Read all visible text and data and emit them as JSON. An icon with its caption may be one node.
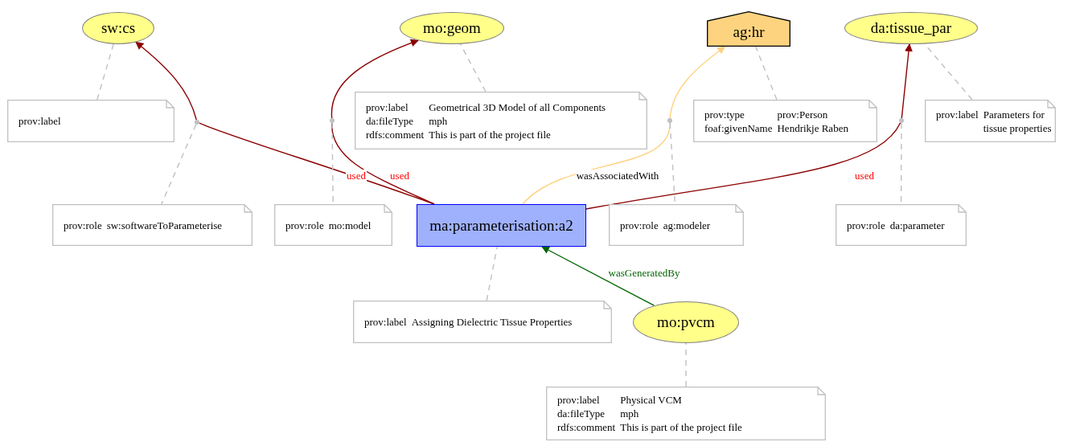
{
  "diagram": {
    "nodes": [
      {
        "text": [
          "sw:cs"
        ]
      },
      {
        "text": [
          "mo:geom"
        ]
      },
      {
        "text": [
          "ag:hr"
        ]
      },
      {
        "text": [
          "da:tissue_par"
        ]
      },
      {
        "text": [
          "prov:label"
        ]
      },
      {
        "text": [
          "prov:label",
          "Geometrical 3D Model of all Components",
          "da:fileType",
          "mph",
          "rdfs:comment",
          "This is part of the project file"
        ]
      },
      {
        "text": [
          "prov:type",
          "prov:Person",
          "foaf:givenName",
          "Hendrikje Raben"
        ]
      },
      {
        "text": [
          "prov:label",
          "Parameters for tissue properties"
        ]
      },
      {
        "text": [],
        "shape": "circle"
      },
      {
        "text": [],
        "shape": "circle"
      },
      {
        "text": [],
        "shape": "circle"
      },
      {
        "text": [],
        "shape": "circle"
      },
      {
        "text": [
          "prov:role",
          "sw:softwareToParameterise"
        ]
      },
      {
        "text": [
          "prov:role",
          "mo:model"
        ]
      },
      {
        "text": [
          "ma:parameterisation:a2"
        ]
      },
      {
        "text": [
          "prov:role",
          "ag:modeler"
        ]
      },
      {
        "text": [
          "prov:role",
          "da:parameter"
        ]
      },
      {
        "text": [
          "prov:label",
          "Assigning Dielectric Tissue Properties"
        ]
      },
      {
        "text": [
          "mo:pvcm"
        ]
      },
      {
        "text": [
          "prov:label",
          "Physical VCM",
          "da:fileType",
          "mph",
          "rdfs:comment",
          "This is part of the project file"
        ]
      }
    ],
    "edges": [
      {
        "from": 4,
        "to": 0,
        "arrow": "none",
        "style": "dashed"
      },
      {
        "from": 5,
        "to": 1,
        "arrow": "none",
        "style": "dashed"
      },
      {
        "from": 6,
        "to": 2,
        "arrow": "none",
        "style": "dashed"
      },
      {
        "from": 7,
        "to": 3,
        "arrow": "none",
        "style": "dashed"
      },
      {
        "from": 14,
        "to": 8,
        "arrow": "none",
        "label": "used",
        "color": "#8b0000"
      },
      {
        "from": 8,
        "to": 0,
        "arrow": "to",
        "color": "#8b0000"
      },
      {
        "from": 14,
        "to": 9,
        "arrow": "none",
        "label": "used",
        "color": "#8b0000"
      },
      {
        "from": 9,
        "to": 1,
        "arrow": "to",
        "color": "#8b0000"
      },
      {
        "from": 14,
        "to": 10,
        "arrow": "none",
        "label": "wasAssociatedWith",
        "color": "#ffd280"
      },
      {
        "from": 10,
        "to": 2,
        "arrow": "to",
        "color": "#ffd280"
      },
      {
        "from": 14,
        "to": 11,
        "arrow": "none",
        "label": "used",
        "color": "#8b0000"
      },
      {
        "from": 11,
        "to": 3,
        "arrow": "to",
        "color": "#8b0000"
      },
      {
        "from": 8,
        "to": 12,
        "arrow": "none",
        "style": "dashed"
      },
      {
        "from": 9,
        "to": 13,
        "arrow": "none",
        "style": "dashed"
      },
      {
        "from": 10,
        "to": 15,
        "arrow": "none",
        "style": "dashed"
      },
      {
        "from": 11,
        "to": 16,
        "arrow": "none",
        "style": "dashed"
      },
      {
        "from": 17,
        "to": 14,
        "arrow": "none",
        "style": "dashed"
      },
      {
        "from": 18,
        "to": 14,
        "arrow": "to",
        "label": "wasGeneratedBy",
        "color": "#006400"
      },
      {
        "from": 19,
        "to": 18,
        "arrow": "none",
        "style": "dashed"
      }
    ]
  }
}
